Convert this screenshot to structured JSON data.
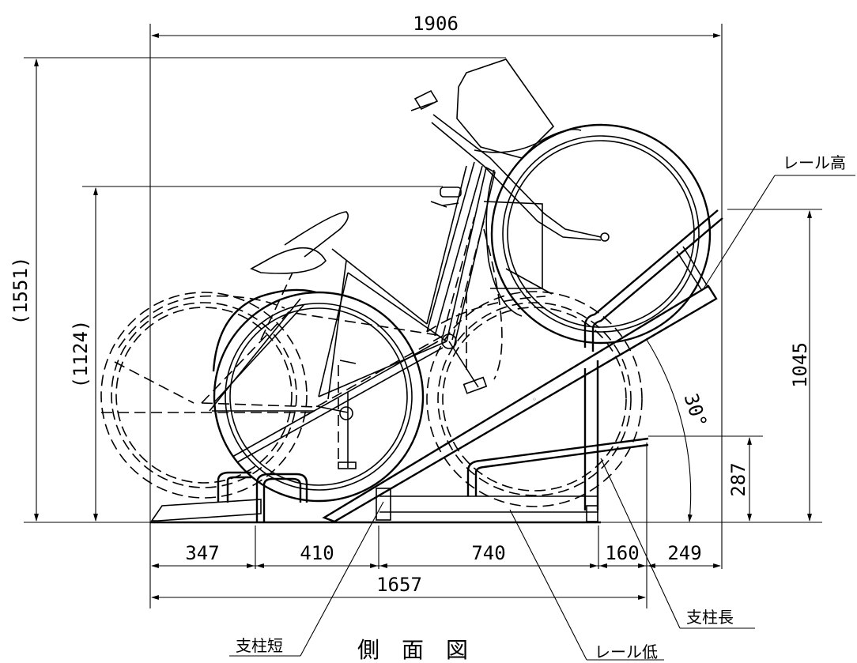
{
  "dimensions": {
    "overall_width": "1906",
    "overall_height": "(1551)",
    "lower_height": "(1124)",
    "rail_high_height": "1045",
    "post_height": "287",
    "angle": "30°",
    "seg_347": "347",
    "seg_410": "410",
    "seg_740": "740",
    "seg_160": "160",
    "seg_249": "249",
    "base_length": "1657"
  },
  "labels": {
    "rail_high": "レール高",
    "post_long": "支柱長",
    "post_short": "支柱短",
    "rail_low": "レール低",
    "title": "側面図"
  }
}
